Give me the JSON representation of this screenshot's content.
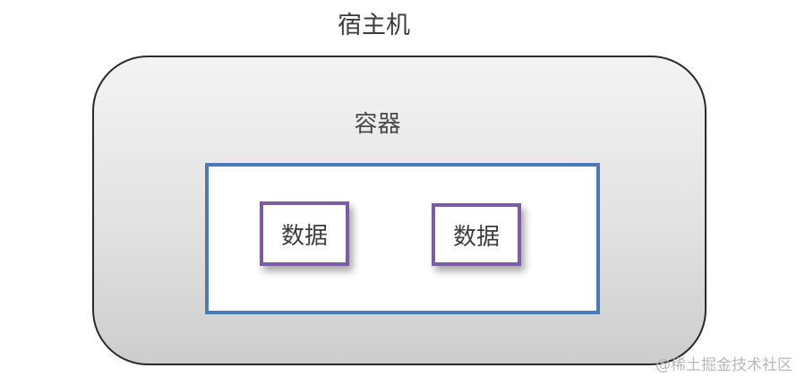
{
  "host": {
    "label": "宿主机"
  },
  "container": {
    "label": "容器"
  },
  "data_items": [
    {
      "label": "数据"
    },
    {
      "label": "数据"
    }
  ],
  "watermark": {
    "text": "@稀土掘金技术社区"
  },
  "colors": {
    "host_border": "#2b2b2b",
    "container_border": "#4a7ab8",
    "data_border": "#7b5da6"
  }
}
